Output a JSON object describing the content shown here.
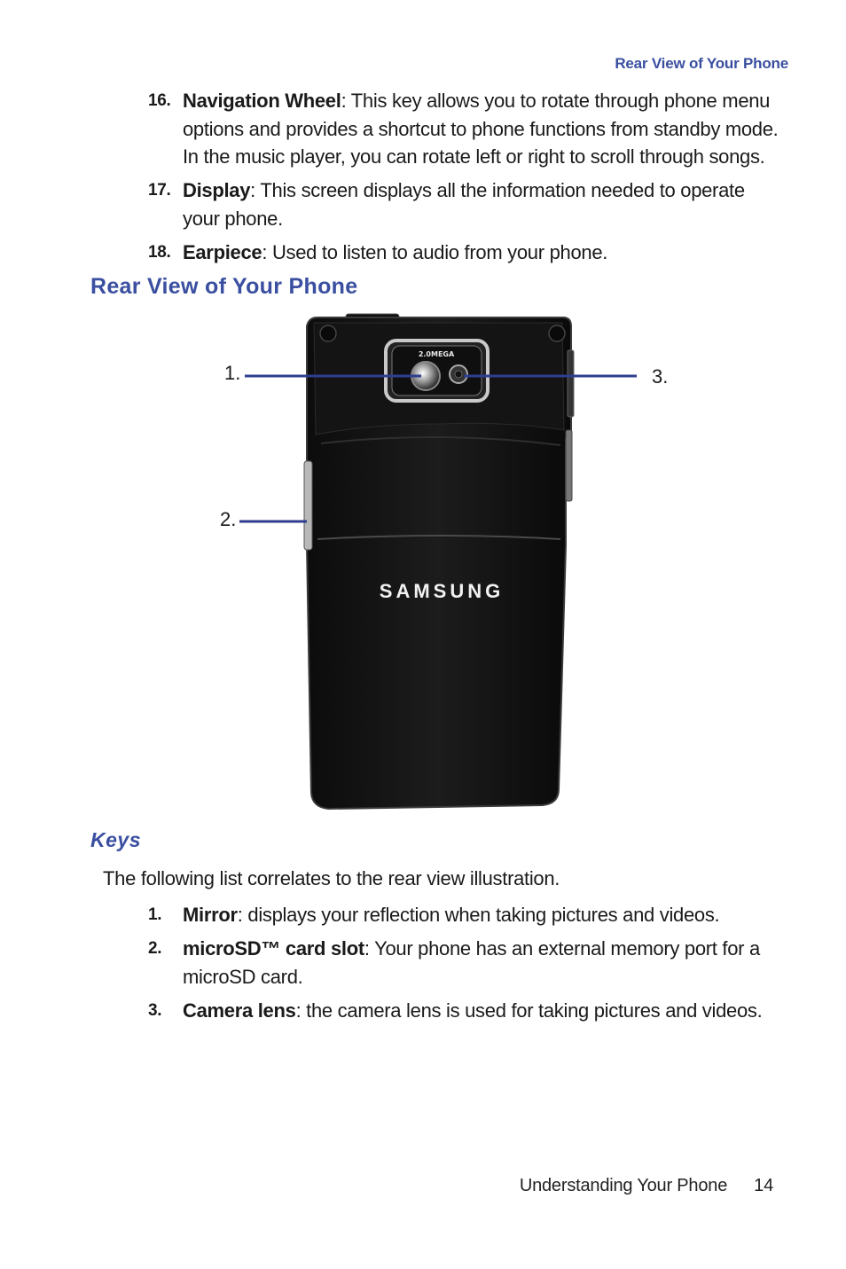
{
  "running_head": "Rear View of Your Phone",
  "items_top": [
    {
      "num": "16.",
      "term": "Navigation Wheel",
      "desc": ": This key allows you to rotate through phone menu options and provides a shortcut to phone functions from standby mode. In the music player, you can rotate left or right to scroll through songs."
    },
    {
      "num": "17.",
      "term": "Display",
      "desc": ": This screen displays all the information needed to operate your phone."
    },
    {
      "num": "18.",
      "term": "Earpiece",
      "desc": ": Used to listen to audio from your phone."
    }
  ],
  "section_title": "Rear View of Your Phone",
  "figure": {
    "brand": "SAMSUNG",
    "camera_label": "2.0MEGA",
    "callouts": [
      "1.",
      "2.",
      "3."
    ]
  },
  "subsection_title": "Keys",
  "intro": "The following list correlates to the rear view illustration.",
  "items_keys": [
    {
      "num": "1.",
      "term": "Mirror",
      "desc": ": displays your reflection when taking pictures and videos."
    },
    {
      "num": "2.",
      "term": "microSD™ card slot",
      "desc": ": Your phone has an external memory port for a microSD card."
    },
    {
      "num": "3.",
      "term": "Camera lens",
      "desc": ": the camera lens is used for taking pictures and videos."
    }
  ],
  "footer": {
    "chapter": "Understanding Your Phone",
    "page": "14"
  },
  "colors": {
    "heading_blue": "#3a4fa0",
    "callout_line": "#2e3d8f"
  }
}
